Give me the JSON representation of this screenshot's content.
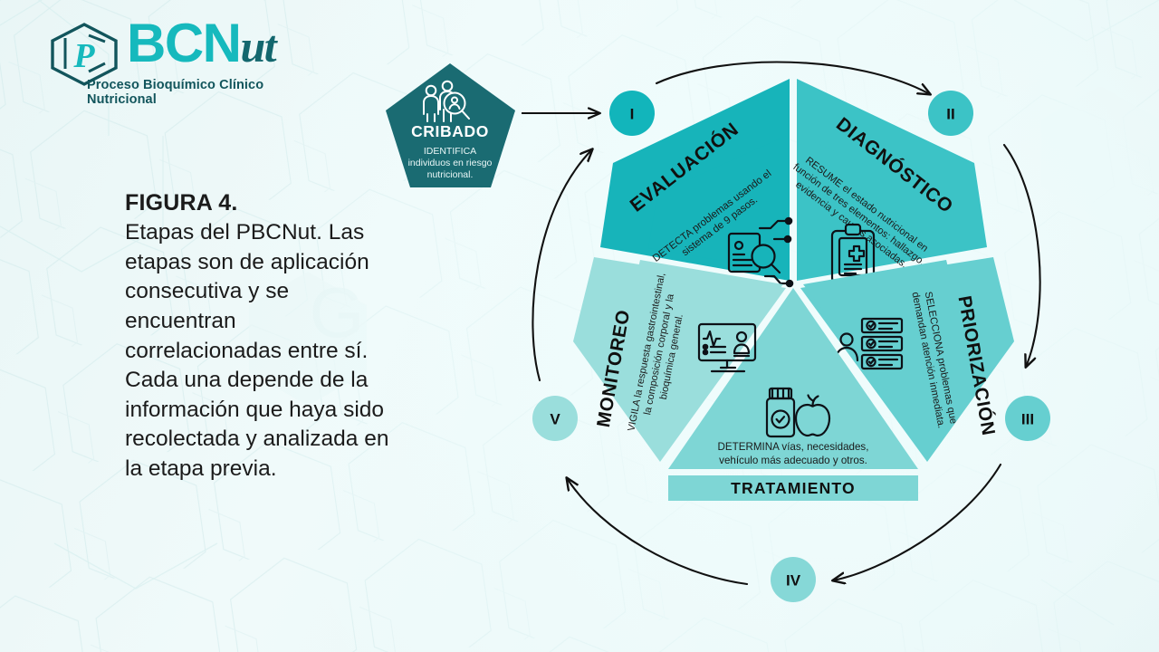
{
  "brand": {
    "logo_main": "BCN",
    "logo_suffix": "ut",
    "logo_mark_letter": "P",
    "tagline": "Proceso Bioquímico Clínico Nutricional",
    "colors": {
      "teal_bright": "#16b9bd",
      "teal_dark": "#13676e",
      "background": "#eef8f8"
    }
  },
  "caption": {
    "title": "FIGURA 4.",
    "body": "Etapas del PBCNut. Las etapas son de aplicación consecutiva y se encuentran correlacionadas entre sí. Cada una depende de la información que haya sido recolectada y analizada en la etapa previa."
  },
  "entry_node": {
    "shape": "pentagon",
    "title": "CRIBADO",
    "description_line1": "IDENTIFICA",
    "description_line2": "individuos en riesgo",
    "description_line3": "nutricional.",
    "icon": "people-magnifier-icon",
    "fill": "#1a6b72"
  },
  "cycle": {
    "steps": [
      {
        "roman": "I",
        "name": "EVALUACIÓN",
        "description": "DETECTA problemas usando el sistema de 9 pasos.",
        "icon": "id-card-magnifier-network-icon",
        "fill": "#17b4ba",
        "marker_fill": "#12b5bb"
      },
      {
        "roman": "II",
        "name": "DIAGNÓSTICO",
        "description": "RESUME el estado nutricional en función de tres elementos: hallazgo, evidencia y causas asociadas.",
        "icon": "clipboard-medical-icon",
        "fill": "#3cc3c6",
        "marker_fill": "#3cc3c6"
      },
      {
        "roman": "III",
        "name": "PRIORIZACIÓN",
        "description": "SELECCIONA problemas que demandan atención inmediata.",
        "icon": "user-checklist-icon",
        "fill": "#66cfd0",
        "marker_fill": "#66cfd0"
      },
      {
        "roman": "IV",
        "name": "TRATAMIENTO",
        "description": "DETERMINA vías, necesidades, vehículo más adecuado y otros.",
        "icon": "supplement-bottle-apple-icon",
        "fill": "#7ed6d5",
        "marker_fill": "#86d8d7"
      },
      {
        "roman": "V",
        "name": "MONITOREO",
        "description": "VIGILA la respuesta gastrointestinal, la composición corporal y la bioquímica general.",
        "icon": "monitor-vitals-icon",
        "fill": "#9adedc",
        "marker_fill": "#9adedc"
      }
    ],
    "connector_icon": "curved-arrow-icon",
    "entry_connector_icon": "straight-arrow-icon"
  }
}
